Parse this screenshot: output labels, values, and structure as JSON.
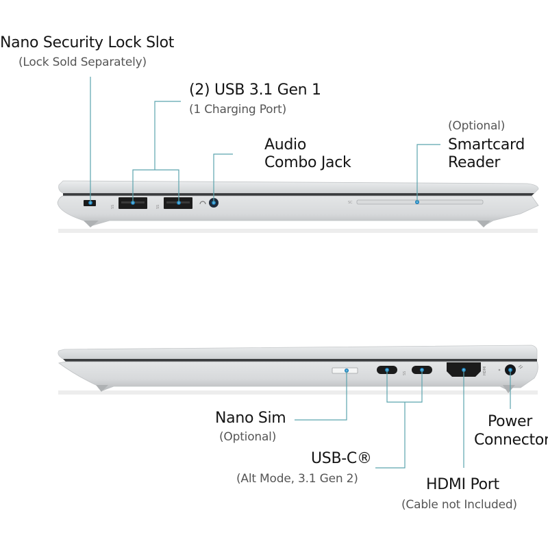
{
  "colors": {
    "callout_line": "#5ba3ad",
    "port_highlight": "#1e88c8",
    "chassis": "#d4d6d8"
  },
  "top_view": {
    "labels": {
      "lock": {
        "title": "Nano Security Lock Slot",
        "subtitle": "(Lock Sold Separately)"
      },
      "usb_a": {
        "title": "(2) USB 3.1 Gen 1",
        "subtitle": "(1 Charging Port)"
      },
      "audio": {
        "title_line1": "Audio",
        "title_line2": "Combo Jack"
      },
      "smartcard": {
        "prefix": "(Optional)",
        "title_line1": "Smartcard",
        "title_line2": "Reader"
      }
    },
    "port_markings": {
      "usb_a_1": "SS",
      "usb_a_2": "SS",
      "smartcard": "SC"
    }
  },
  "bottom_view": {
    "labels": {
      "nano_sim": {
        "title": "Nano Sim",
        "subtitle": "(Optional)"
      },
      "usb_c": {
        "title": "USB-C®",
        "subtitle": "(Alt Mode, 3.1 Gen 2)"
      },
      "hdmi": {
        "title": "HDMI Port",
        "subtitle": "(Cable not Included)"
      },
      "power": {
        "title_line1": "Power",
        "title_line2": "Connector"
      }
    },
    "port_markings": {
      "usb_c": "SS",
      "hdmi": "HDMI"
    }
  }
}
